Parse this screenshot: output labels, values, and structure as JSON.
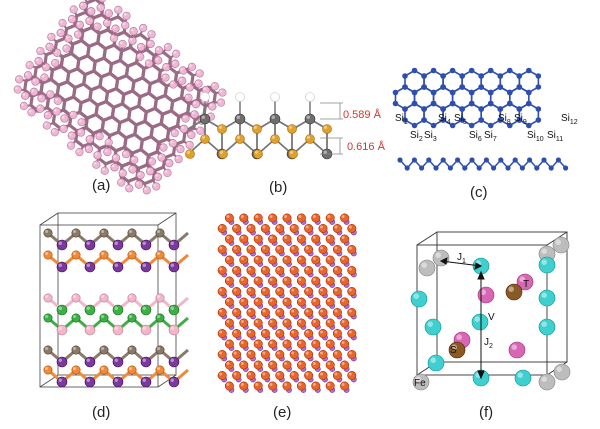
{
  "panels": {
    "a": {
      "label": "(a)"
    },
    "b": {
      "label": "(b)",
      "measure_top": "0.589 Å",
      "measure_bottom": "0.616 Å"
    },
    "c": {
      "label": "(c)",
      "atoms_top": [
        {
          "base": "Si",
          "sub": "1"
        },
        {
          "base": "Si",
          "sub": "4"
        },
        {
          "base": "Si",
          "sub": "5"
        },
        {
          "base": "Si",
          "sub": "8"
        },
        {
          "base": "Si",
          "sub": "9"
        },
        {
          "base": "Si",
          "sub": "12"
        }
      ],
      "atoms_bottom": [
        {
          "base": "Si",
          "sub": "2"
        },
        {
          "base": "Si",
          "sub": "3"
        },
        {
          "base": "Si",
          "sub": "6"
        },
        {
          "base": "Si",
          "sub": "7"
        },
        {
          "base": "Si",
          "sub": "10"
        },
        {
          "base": "Si",
          "sub": "11"
        }
      ]
    },
    "d": {
      "label": "(d)"
    },
    "e": {
      "label": "(e)"
    },
    "f": {
      "label": "(f)",
      "j1": {
        "base": "J",
        "sub": "1"
      },
      "j2": {
        "base": "J",
        "sub": "2"
      },
      "atom_t": "T",
      "atom_v": "V",
      "atom_s": "S",
      "atom_fe": "Fe"
    }
  },
  "colors": {
    "a_bond": "#9b6b86",
    "a_h": "#f0b6d6",
    "b_c": "#6e6e6e",
    "b_n": "#e0a12c",
    "b_h": "#ffffff",
    "c_si": "#2f4fae",
    "d_purple": "#7a3a9c",
    "d_orange": "#ef8a3a",
    "d_green": "#3fae49",
    "d_pink": "#f2b6c8",
    "d_brown": "#8a7a6a",
    "e_orange": "#e8662a",
    "e_purple": "#b070d8",
    "f_cyan": "#3fcfcf",
    "f_magenta": "#d767b5",
    "f_brown": "#8a5a24",
    "f_gray": "#bdbdbd",
    "label_red": "#d9342b"
  }
}
